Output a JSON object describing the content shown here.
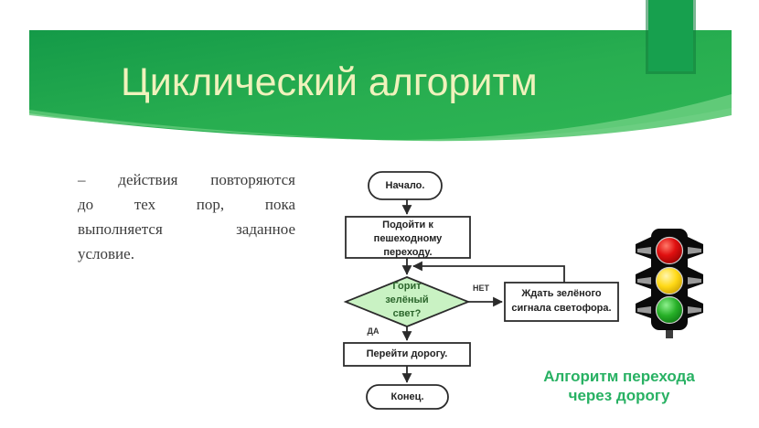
{
  "slide": {
    "title": "Циклический алгоритм",
    "body_lines": [
      "– действия повторяются",
      "до тех пор, пока",
      "выполняется заданное",
      "условие."
    ],
    "caption": "Алгоритм перехода через дорогу"
  },
  "flowchart": {
    "start_label": "Начало.",
    "step_approach": "Подойти к пешеходному переходу.",
    "decision": "Горит зелёный свет?",
    "branch_no": "НЕТ",
    "wait_step": "Ждать зелёного сигнала светофора.",
    "branch_yes": "ДА",
    "cross_step": "Перейти дорогу.",
    "end_label": "Конец."
  },
  "colors": {
    "banner_green_dark": "#149a48",
    "banner_green_main": "#2db254",
    "banner_swoosh": "#63cb7a",
    "tab_green": "#17a04e",
    "title_text": "#f0f2bc",
    "body_text": "#3d3d3d",
    "caption_green": "#28b163",
    "diamond_fill": "#c9f2c3",
    "diamond_text": "#2c662c",
    "flow_stroke": "#2b2b2b",
    "light_red": "#e01010",
    "light_yellow": "#ffd916",
    "light_green": "#27b027"
  }
}
